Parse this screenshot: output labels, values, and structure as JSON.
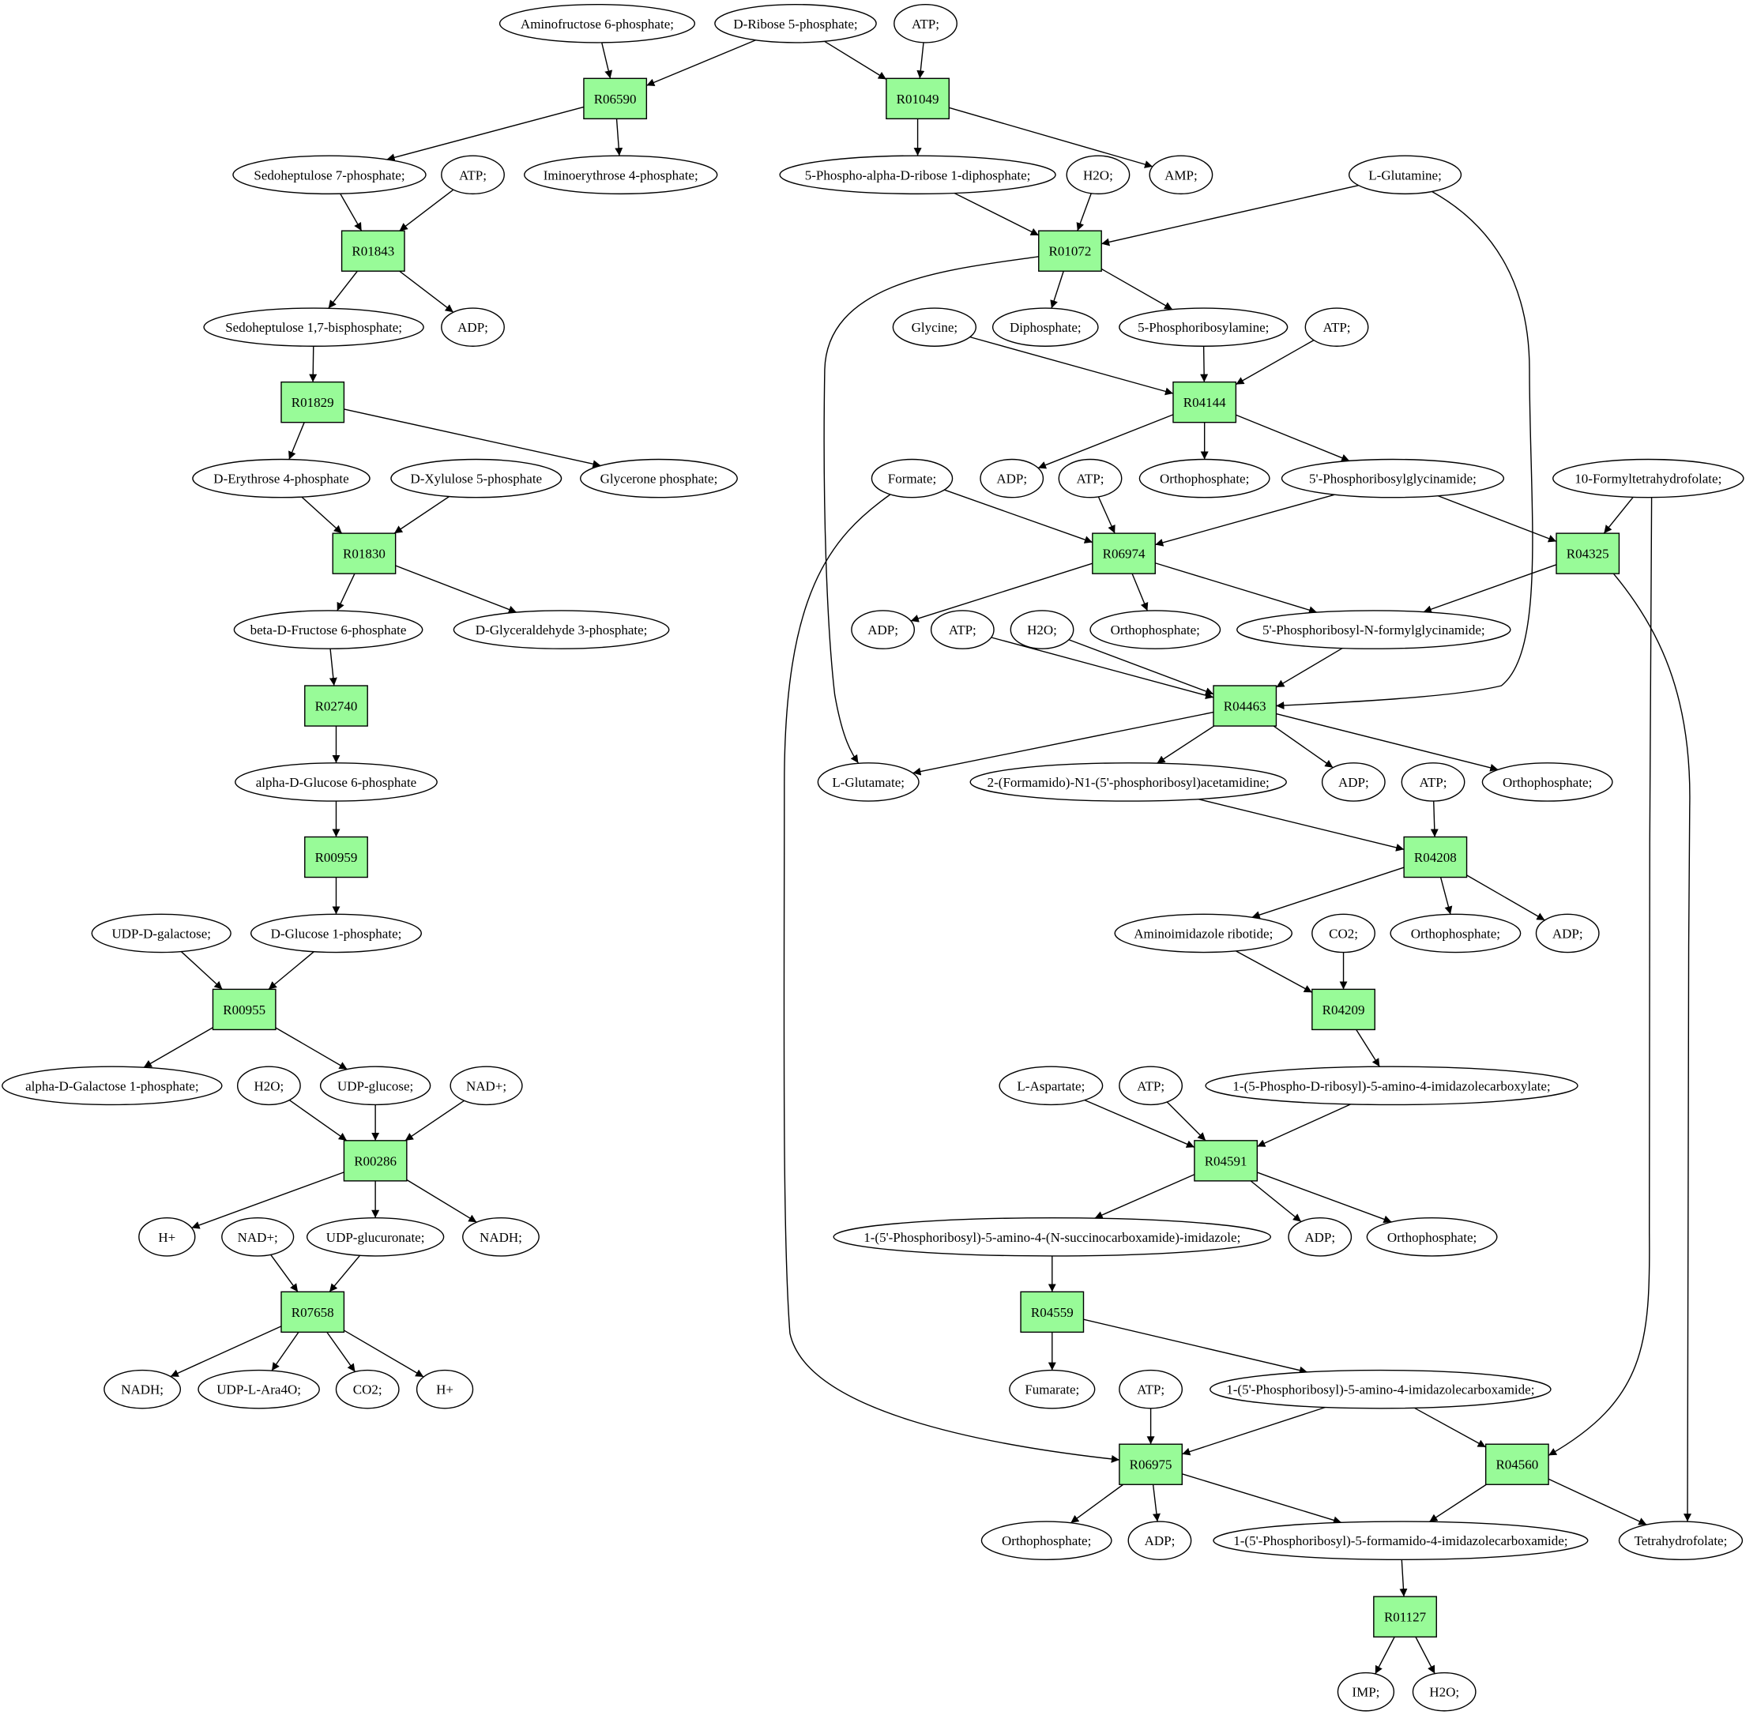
{
  "colors": {
    "reaction_fill": "#98fb98",
    "compound_fill": "#ffffff",
    "start_compound_fill": "#00e000",
    "target_compound_fill": "#ffff00",
    "stroke": "#000000"
  },
  "compounds": {
    "c_aminofructose6p": "Aminofructose 6-phosphate;",
    "c_ribose5p": "D-Ribose 5-phosphate;",
    "c_atp_top": "ATP;",
    "c_sedo7p": "Sedoheptulose 7-phosphate;",
    "c_atp_r01843": "ATP;",
    "c_iminoerythrose4p": "Iminoerythrose 4-phosphate;",
    "c_prpp": "5-Phospho-alpha-D-ribose 1-diphosphate;",
    "c_h2o_r01072": "H2O;",
    "c_amp": "AMP;",
    "c_glutamine": "L-Glutamine;",
    "c_sedo17bp": "Sedoheptulose 1,7-bisphosphate;",
    "c_adp_r01843": "ADP;",
    "c_glycine": "Glycine;",
    "c_diphosphate": "Diphosphate;",
    "c_pra": "5-Phosphoribosylamine;",
    "c_atp_r04144": "ATP;",
    "c_erythrose4p": "D-Erythrose 4-phosphate",
    "c_xylulose5p": "D-Xylulose 5-phosphate",
    "c_glycerone_p": "Glycerone phosphate;",
    "c_formate": "Formate;",
    "c_adp_r04144": "ADP;",
    "c_atp_r06974": "ATP;",
    "c_orthophosphate_r04144": "Orthophosphate;",
    "c_gar": "5'-Phosphoribosylglycinamide;",
    "c_10fthf": "10-Formyltetrahydrofolate;",
    "c_fructose6p": "beta-D-Fructose 6-phosphate",
    "c_ga3p": "D-Glyceraldehyde 3-phosphate;",
    "c_adp_r06974": "ADP;",
    "c_atp_r04463": "ATP;",
    "c_h2o_r04463": "H2O;",
    "c_orthophosphate_r06974": "Orthophosphate;",
    "c_fgar": "5'-Phosphoribosyl-N-formylglycinamide;",
    "c_glucose6p": "alpha-D-Glucose 6-phosphate",
    "c_glutamate": "L-Glutamate;",
    "c_fgam": "2-(Formamido)-N1-(5'-phosphoribosyl)acetamidine;",
    "c_adp_r04463": "ADP;",
    "c_atp_r04208": "ATP;",
    "c_orthophosphate_r04463": "Orthophosphate;",
    "c_udp_galactose": "UDP-D-galactose;",
    "c_glucose1p": "D-Glucose 1-phosphate;",
    "c_air": "Aminoimidazole ribotide;",
    "c_co2_r04209": "CO2;",
    "c_orthophosphate_r04208": "Orthophosphate;",
    "c_adp_r04208": "ADP;",
    "c_galactose1p": "alpha-D-Galactose 1-phosphate;",
    "c_h2o_r00286": "H2O;",
    "c_udp_glucose": "UDP-glucose;",
    "c_nad_r00286": "NAD+;",
    "c_aspartate": "L-Aspartate;",
    "c_atp_r04591": "ATP;",
    "c_cair": "1-(5-Phospho-D-ribosyl)-5-amino-4-imidazolecarboxylate;",
    "c_h_r00286": "H+",
    "c_nad_r07658": "NAD+;",
    "c_udp_glucuronate": "UDP-glucuronate;",
    "c_nadh_r00286": "NADH;",
    "c_saicar": "1-(5'-Phosphoribosyl)-5-amino-4-(N-succinocarboxamide)-imidazole;",
    "c_adp_r04591": "ADP;",
    "c_orthophosphate_r04591": "Orthophosphate;",
    "c_nadh_r07658": "NADH;",
    "c_udp_ara4o": "UDP-L-Ara4O;",
    "c_co2_r07658": "CO2;",
    "c_h_r07658": "H+",
    "c_fumarate": "Fumarate;",
    "c_atp_r06975": "ATP;",
    "c_aicar": "1-(5'-Phosphoribosyl)-5-amino-4-imidazolecarboxamide;",
    "c_orthophosphate_r06975": "Orthophosphate;",
    "c_adp_r06975": "ADP;",
    "c_faicar": "1-(5'-Phosphoribosyl)-5-formamido-4-imidazolecarboxamide;",
    "c_thf": "Tetrahydrofolate;",
    "c_imp": "IMP;",
    "c_h2o_r01127": "H2O;"
  },
  "reactions": {
    "r06590": "R06590",
    "r01049": "R01049",
    "r01843": "R01843",
    "r01072": "R01072",
    "r01829": "R01829",
    "r04144": "R04144",
    "r01830": "R01830",
    "r06974": "R06974",
    "r04325": "R04325",
    "r02740": "R02740",
    "r04463": "R04463",
    "r00959": "R00959",
    "r04208": "R04208",
    "r00955": "R00955",
    "r04209": "R04209",
    "r00286": "R00286",
    "r04591": "R04591",
    "r07658": "R07658",
    "r04559": "R04559",
    "r06975": "R06975",
    "r04560": "R04560",
    "r01127": "R01127"
  }
}
